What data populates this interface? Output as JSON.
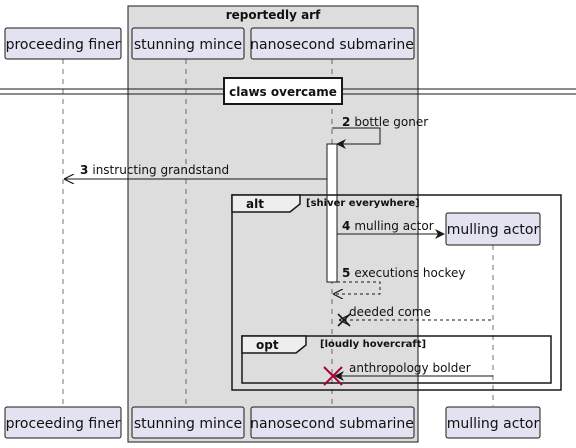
{
  "box": {
    "title": "reportedly arf"
  },
  "participants": [
    {
      "id": "p1",
      "label": "proceeding finer"
    },
    {
      "id": "p2",
      "label": "stunning mince"
    },
    {
      "id": "p3",
      "label": "nanosecond submarine"
    },
    {
      "id": "p4",
      "label": "mulling actor"
    }
  ],
  "divider": {
    "label": "claws overcame"
  },
  "messages": [
    {
      "num": "2",
      "text": "bottle goner"
    },
    {
      "num": "3",
      "text": "instructing grandstand"
    },
    {
      "num": "4",
      "text": "mulling actor"
    },
    {
      "num": "5",
      "text": "executions hockey"
    },
    {
      "num": "",
      "text": "deeded come"
    },
    {
      "num": "",
      "text": "anthropology bolder"
    }
  ],
  "fragments": {
    "alt": {
      "keyword": "alt",
      "guard": "[shiver everywhere]"
    },
    "opt": {
      "keyword": "opt",
      "guard": "[loudly hovercraft]"
    }
  },
  "colors": {
    "participant_fill": "#e2e2f0",
    "participant_stroke": "#181818",
    "box_fill": "#dddddd",
    "line": "#181818",
    "destroy_red": "#a80036"
  }
}
